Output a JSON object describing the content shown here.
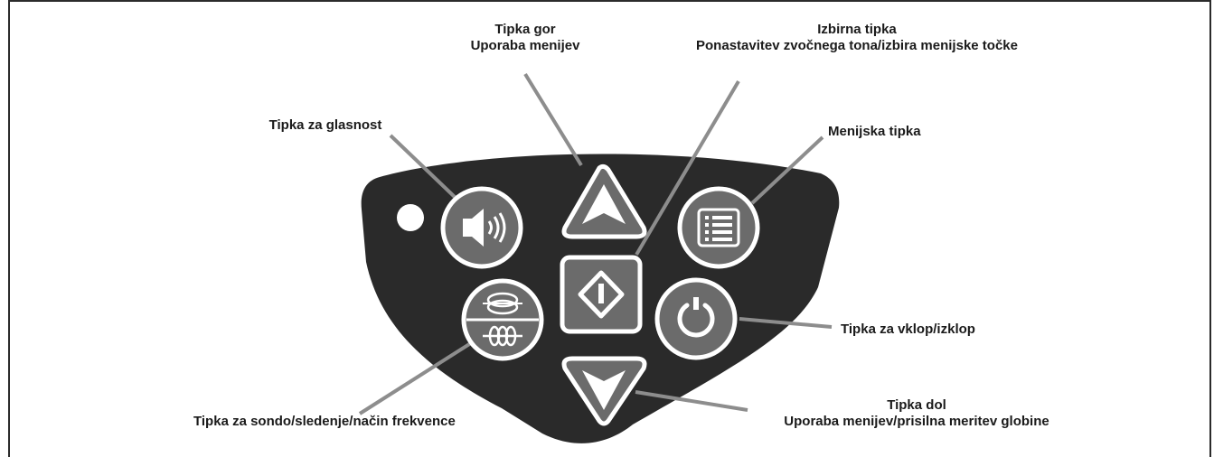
{
  "labels": {
    "up_title": "Tipka gor",
    "up_desc": "Uporaba menijev",
    "select_title": "Izbirna tipka",
    "select_desc": "Ponastavitev zvočnega tona/izbira menijske točke",
    "volume": "Tipka za glasnost",
    "menu": "Menijska tipka",
    "power": "Tipka za vklop/izklop",
    "down_title": "Tipka dol",
    "down_desc": "Uporaba menijev/prisilna meritev globine",
    "mode": "Tipka za sondo/sledenje/način frekvence"
  },
  "colors": {
    "panel": "#2a2a2a",
    "button": "#6b6b6b",
    "leader": "#8d8d8d"
  },
  "icons": {
    "volume": "speaker-icon",
    "up": "arrow-up-icon",
    "select": "diamond-select-icon",
    "menu": "list-menu-icon",
    "mode": "coil-mode-icon",
    "power": "power-icon",
    "down": "arrow-down-icon"
  }
}
